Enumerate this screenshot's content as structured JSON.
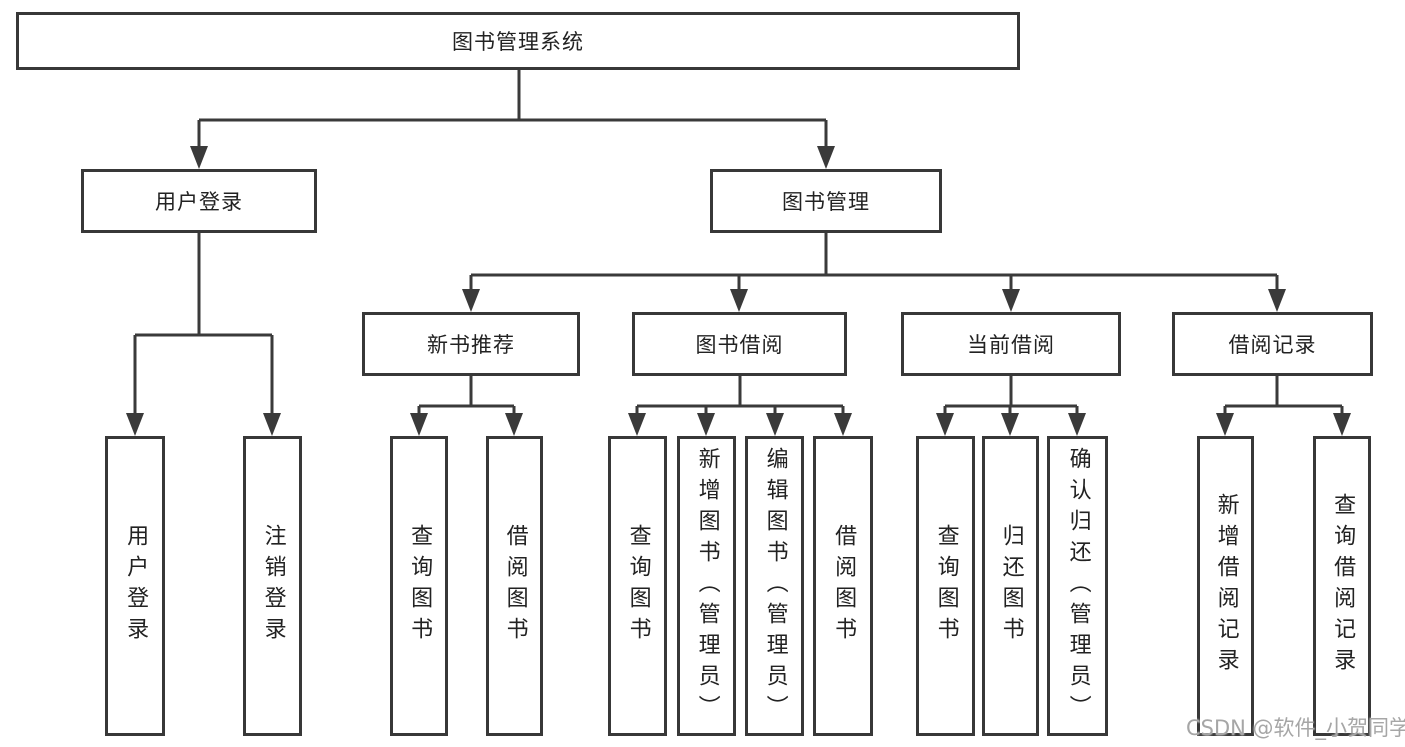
{
  "diagram_type": "hierarchical-function-structure-tree",
  "colors": {
    "line_color": "#3a3a3a",
    "border_color": "#383838",
    "text_color": "#222222",
    "watermark_color": "#a6a6a6",
    "bg_color": "#ffffff"
  },
  "tree": {
    "label": "图书管理系统",
    "children": [
      {
        "label": "用户登录",
        "children": [
          {
            "label": "用户登录"
          },
          {
            "label": "注销登录"
          }
        ]
      },
      {
        "label": "图书管理",
        "children": [
          {
            "label": "新书推荐",
            "children": [
              {
                "label": "查询图书"
              },
              {
                "label": "借阅图书"
              }
            ]
          },
          {
            "label": "图书借阅",
            "children": [
              {
                "label": "查询图书"
              },
              {
                "label": "新增图书（管理员）"
              },
              {
                "label": "编辑图书（管理员）"
              },
              {
                "label": "借阅图书"
              }
            ]
          },
          {
            "label": "当前借阅",
            "children": [
              {
                "label": "查询图书"
              },
              {
                "label": "归还图书"
              },
              {
                "label": "确认归还（管理员）"
              }
            ]
          },
          {
            "label": "借阅记录",
            "children": [
              {
                "label": "新增借阅记录"
              },
              {
                "label": "查询借阅记录"
              }
            ]
          }
        ]
      }
    ]
  },
  "watermark": {
    "text": "CSDN @软件_小贺同学"
  }
}
